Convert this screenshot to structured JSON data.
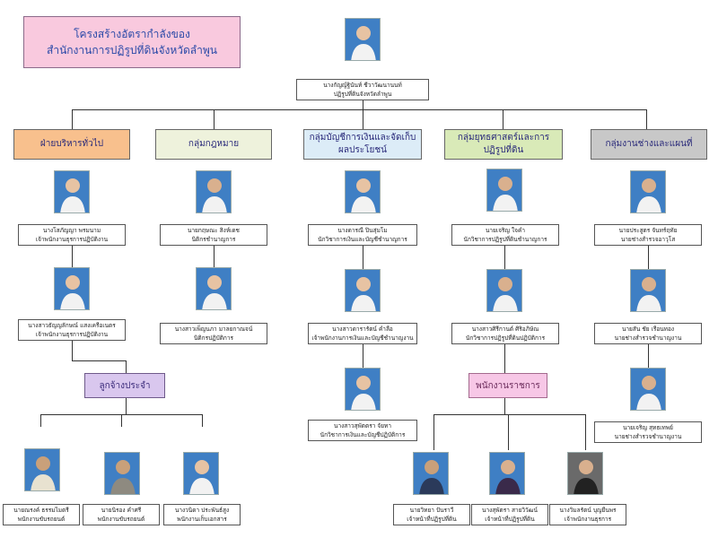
{
  "title": {
    "line1": "โครงสร้างอัตรากำลังของ",
    "line2": "สำนักงานการปฏิรูปที่ดินจังหวัดลำพูน"
  },
  "head": {
    "name": "นางกัญญ์ฐินันท์ ชีวาวัฒนานนท์",
    "position": "ปฏิรูปที่ดินจังหวัดลำพูน"
  },
  "groups": [
    {
      "label": "ฝ่ายบริหารทั่วไป",
      "color": "#f8c08d"
    },
    {
      "label": "กลุ่มกฎหมาย",
      "color": "#eef2dc"
    },
    {
      "label": "กลุ่มบัญชีการเงินและจัดเก็บผลประโยชน์",
      "color": "#dcecf7"
    },
    {
      "label": "กลุ่มยุทธศาสตร์และการปฏิรูปที่ดิน",
      "color": "#d9eab8"
    },
    {
      "label": "กลุ่มงานช่างและแผนที่",
      "color": "#c8c8c8"
    }
  ],
  "staff": {
    "g1a": {
      "name": "นางโสภัญญา พรมนาม",
      "position": "เจ้าพนักงานธุรการปฏิบัติงาน"
    },
    "g1b": {
      "name": "นางสาวธัญญลักษณ์ แสงเครือเนตร",
      "position": "เจ้าพนักงานธุรการปฏิบัติงาน"
    },
    "g2a": {
      "name": "นายกฤษณะ สิงห์เดช",
      "position": "นิติกรชำนาญการ"
    },
    "g2b": {
      "name": "นางสาวเพ็ญนภา มาลยกาณจน์",
      "position": "นิติกรปฏิบัติการ"
    },
    "g3a": {
      "name": "นางดารณี ปินสุ่มโม",
      "position": "นักวิชาการเงินและบัญชีชำนาญการ"
    },
    "g3b": {
      "name": "นางสาวดารารัตน์ คำลือ",
      "position": "เจ้าพนักงานการเงินและบัญชีชำนาญงาน"
    },
    "g3c": {
      "name": "นางสาวสุพัตตรา จัยทา",
      "position": "นักวิชาการเงินและบัญชีปฏิบัติการ"
    },
    "g4a": {
      "name": "นายเจริญ ใจคำ",
      "position": "นักวิชาการปฏิรูปที่ดินชำนาญการ"
    },
    "g4b": {
      "name": "นางสาวศิรีกานต์ ศิริอภิษัณ",
      "position": "นักวิชาการปฏิรูปที่ดินปฏิบัติการ"
    },
    "g5a": {
      "name": "นายประสูตร จันทร์ฤทัย",
      "position": "นายช่างสำรวจอาวุโส"
    },
    "g5b": {
      "name": "นายสัน ชัย เรือนทอง",
      "position": "นายช่างสำรวจชำนาญงาน"
    },
    "g5c": {
      "name": "นายเจริญ สุทธเทพย์",
      "position": "นายช่างสำรวจชำนาญงาน"
    }
  },
  "subgroups": {
    "temp": "ลูกจ้างประจำ",
    "gov": "พนักงานราชการ"
  },
  "temp_staff": [
    {
      "name": "นายณรงค์ ธรรมไมตรี",
      "position": "พนักงานขับรถยนต์"
    },
    {
      "name": "นายนิรอง คำศรี",
      "position": "พนักงานขับรถยนต์"
    },
    {
      "name": "นางวนิดา ประพันธ์สูง",
      "position": "พนักงานเก็บเอกสาร"
    }
  ],
  "gov_staff": [
    {
      "name": "นายวิทยา ปันราวี",
      "position": "เจ้าหน้าที่ปฏิรูปที่ดิน"
    },
    {
      "name": "นางสุพัตรา สายวิวัฒน์",
      "position": "เจ้าหน้าที่ปฏิรูปที่ดิน"
    },
    {
      "name": "นางวิมลรัตน์ บุญยืนพร",
      "position": "เจ้าพนักงานธุรการ"
    }
  ]
}
